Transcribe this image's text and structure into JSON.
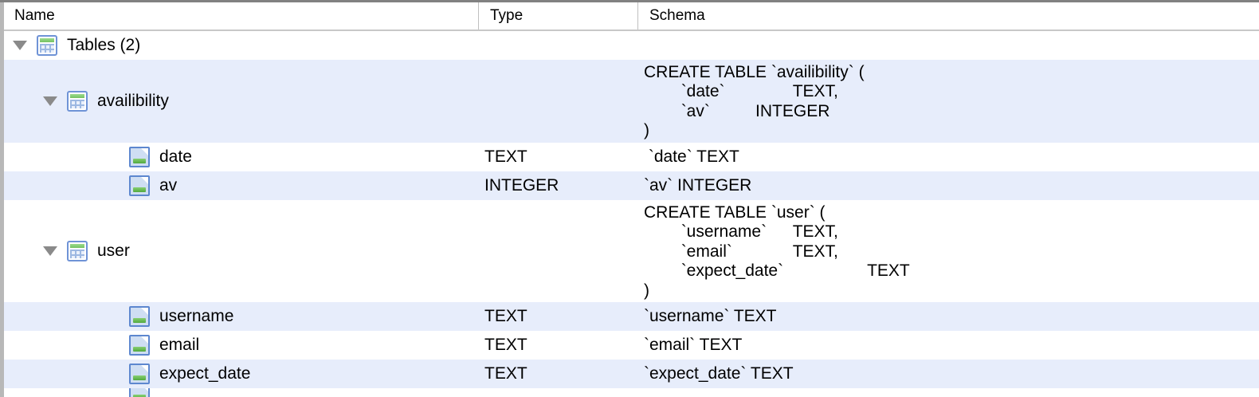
{
  "view": {
    "name": "schema-outline-view",
    "colors": {
      "row_alt_background": "#e7edfb",
      "row_background": "#ffffff",
      "header_background": "#ffffff",
      "header_border": "#c8c8c8",
      "twisty": "#8a8a8a",
      "icon_table_border": "#6f93d6",
      "icon_column_border": "#5d87cf",
      "icon_green": "#74c162"
    }
  },
  "columns": [
    {
      "key": "name",
      "label": "Name"
    },
    {
      "key": "type",
      "label": "Type"
    },
    {
      "key": "schema",
      "label": "Schema"
    }
  ],
  "rows": [
    {
      "id": "tables-group",
      "name": "Tables (2)",
      "type": "",
      "schema": "",
      "icon": "table-icon",
      "twisty": "expanded",
      "level": 0,
      "striped": false,
      "multiline": false
    },
    {
      "id": "table-availibility",
      "name": "availibility",
      "type": "",
      "schema": "CREATE TABLE `availibility` (\n\t`date`\t\tTEXT,\n\t`av`\t\tINTEGER\n)",
      "icon": "table-icon",
      "twisty": "expanded",
      "level": 1,
      "striped": true,
      "multiline": true
    },
    {
      "id": "col-date",
      "name": "date",
      "type": "TEXT",
      "schema": " `date` TEXT",
      "icon": "column-icon",
      "twisty": "none",
      "level": 2,
      "striped": false,
      "multiline": false
    },
    {
      "id": "col-av",
      "name": "av",
      "type": "INTEGER",
      "schema": "`av` INTEGER",
      "icon": "column-icon",
      "twisty": "none",
      "level": 2,
      "striped": true,
      "multiline": false
    },
    {
      "id": "table-user",
      "name": "user",
      "type": "",
      "schema": "CREATE TABLE `user` (\n\t`username`\tTEXT,\n\t`email`\t\tTEXT,\n\t`expect_date`\t\t\tTEXT\n)",
      "icon": "table-icon",
      "twisty": "expanded",
      "level": 1,
      "striped": false,
      "multiline": true
    },
    {
      "id": "col-username",
      "name": "username",
      "type": "TEXT",
      "schema": "`username` TEXT",
      "icon": "column-icon",
      "twisty": "none",
      "level": 2,
      "striped": true,
      "multiline": false
    },
    {
      "id": "col-email",
      "name": "email",
      "type": "TEXT",
      "schema": "`email` TEXT",
      "icon": "column-icon",
      "twisty": "none",
      "level": 2,
      "striped": false,
      "multiline": false
    },
    {
      "id": "col-expect-date",
      "name": "expect_date",
      "type": "TEXT",
      "schema": "`expect_date` TEXT",
      "icon": "column-icon",
      "twisty": "none",
      "level": 2,
      "striped": true,
      "multiline": false
    }
  ]
}
